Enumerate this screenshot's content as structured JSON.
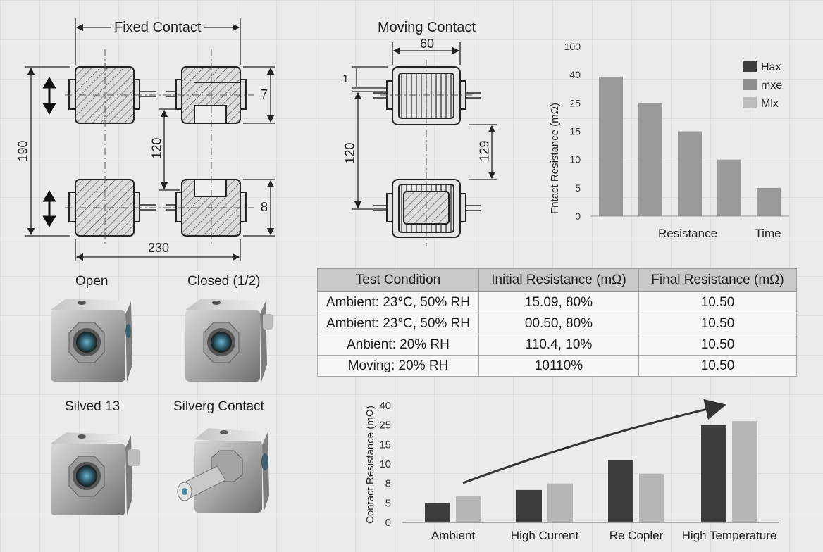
{
  "drawing": {
    "fixed_title": "Fixed Contact",
    "moving_title": "Moving Contact",
    "dims": {
      "fixed_height": "190",
      "fixed_gap": "120",
      "fixed_width": "230",
      "fixed_top_right": "7",
      "fixed_bottom_right": "8",
      "moving_width": "60",
      "moving_small": "1",
      "moving_gap": "120",
      "moving_right": "129"
    }
  },
  "photos": [
    {
      "label": "Open"
    },
    {
      "label": "Closed (1/2)"
    },
    {
      "label": "Silved 13"
    },
    {
      "label": "Silverg Contact"
    }
  ],
  "table": {
    "headers": [
      "Test Condition",
      "Initial Resistance (mΩ)",
      "Final Resistance (mΩ)"
    ],
    "rows": [
      [
        "Ambient: 23°C, 50% RH",
        "15.09, 80%",
        "10.50"
      ],
      [
        "Ambient: 23°C, 50% RH",
        "00.50, 80%",
        "10.50"
      ],
      [
        "Anbient: 20% RH",
        "110.4, 10%",
        "10.50"
      ],
      [
        "Moving: 20% RH",
        "10110%",
        "10.50"
      ]
    ]
  },
  "chart_data": [
    {
      "type": "bar",
      "ylabel": "Fntact Resistance (mΩ)",
      "yticks": [
        "0",
        "5",
        "10",
        "15",
        "25",
        "40",
        "100"
      ],
      "xlabels": [
        "Resistance",
        "Time"
      ],
      "values": [
        39,
        25,
        15,
        10,
        5
      ],
      "legend": [
        {
          "name": "Hax",
          "color": "#3d3d3d"
        },
        {
          "name": "mxe",
          "color": "#8e8e8e"
        },
        {
          "name": "Mlx",
          "color": "#bdbdbd"
        }
      ],
      "bar_color": "#9a9a9a"
    },
    {
      "type": "bar",
      "ylabel": "Contact Resistance (mΩ)",
      "yticks": [
        "0",
        "5",
        "8",
        "10",
        "15",
        "25",
        "40"
      ],
      "categories": [
        "Ambient",
        "High Current",
        "Re Copler",
        "High Temperature"
      ],
      "series": [
        {
          "values": [
            5,
            7,
            11,
            25
          ],
          "color": "#3d3d3d"
        },
        {
          "values": [
            6,
            8,
            9,
            28
          ],
          "color": "#b5b5b5"
        }
      ],
      "trend": "increasing"
    }
  ]
}
